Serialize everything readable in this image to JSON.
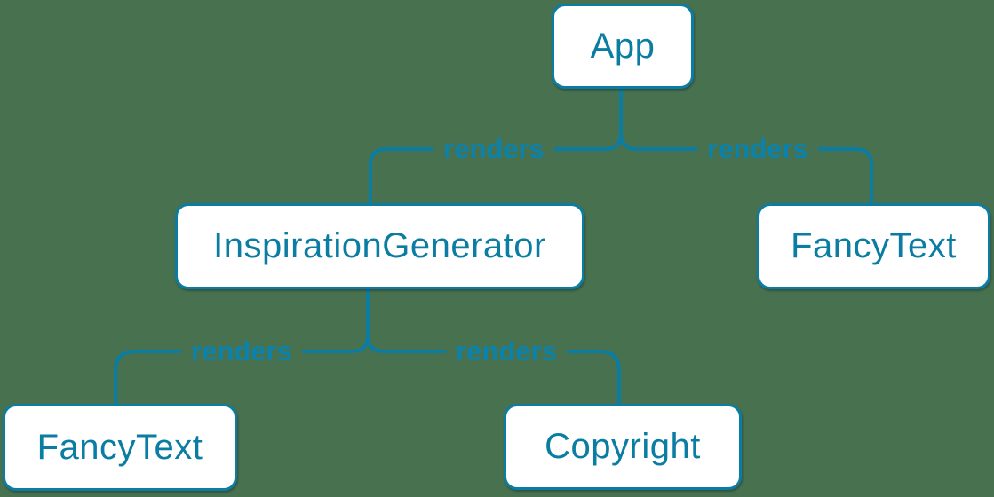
{
  "diagram": {
    "type": "render-tree",
    "background_color": "#48714F",
    "accent_color": "#0B7DA3",
    "node_fill_color": "#FFFFFF",
    "nodes": [
      {
        "id": "app",
        "label": "App"
      },
      {
        "id": "inspiration-generator",
        "label": "InspirationGenerator"
      },
      {
        "id": "fancy-text-top",
        "label": "FancyText"
      },
      {
        "id": "fancy-text-bottom",
        "label": "FancyText"
      },
      {
        "id": "copyright",
        "label": "Copyright"
      }
    ],
    "edges": [
      {
        "from": "App",
        "to": "InspirationGenerator",
        "label": "renders"
      },
      {
        "from": "App",
        "to": "FancyText",
        "label": "renders"
      },
      {
        "from": "InspirationGenerator",
        "to": "FancyText",
        "label": "renders"
      },
      {
        "from": "InspirationGenerator",
        "to": "Copyright",
        "label": "renders"
      }
    ]
  }
}
